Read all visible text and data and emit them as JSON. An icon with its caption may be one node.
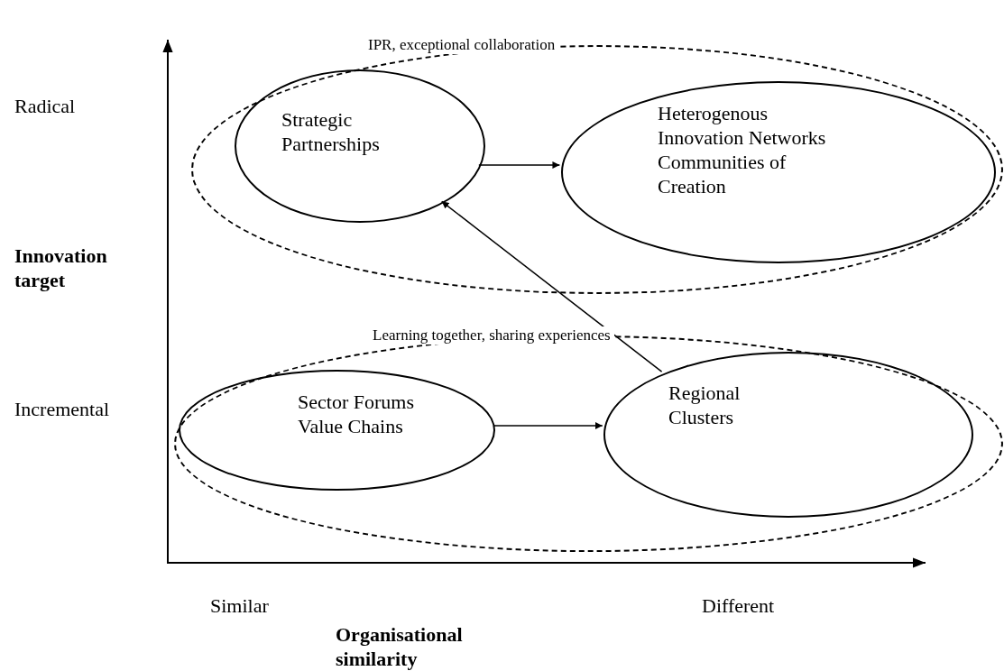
{
  "diagram": {
    "nodes": [
      {
        "text": [
          "IPR, exceptional collaboration"
        ]
      },
      {
        "text": [
          "Strategic Partnerships"
        ],
        "in": 0
      },
      {
        "text": [
          "Heterogenous Innovation Networks",
          "Communities of Creation"
        ],
        "in": 0
      },
      {
        "text": [
          "Learning together, sharing experiences"
        ]
      },
      {
        "text": [
          "Sector Forums",
          "Value Chains"
        ],
        "in": 3
      },
      {
        "text": [
          "Regional Clusters"
        ],
        "in": 3
      }
    ],
    "edges": [
      {
        "from": 1,
        "to": 2,
        "arrow": "to"
      },
      {
        "from": 4,
        "to": 5,
        "arrow": "to"
      },
      {
        "from": 5,
        "to": 1,
        "arrow": "to"
      }
    ],
    "labels": [
      "Radical",
      "Innovation target",
      "Incremental",
      "Similar",
      "Different",
      "Organisational similarity"
    ]
  }
}
